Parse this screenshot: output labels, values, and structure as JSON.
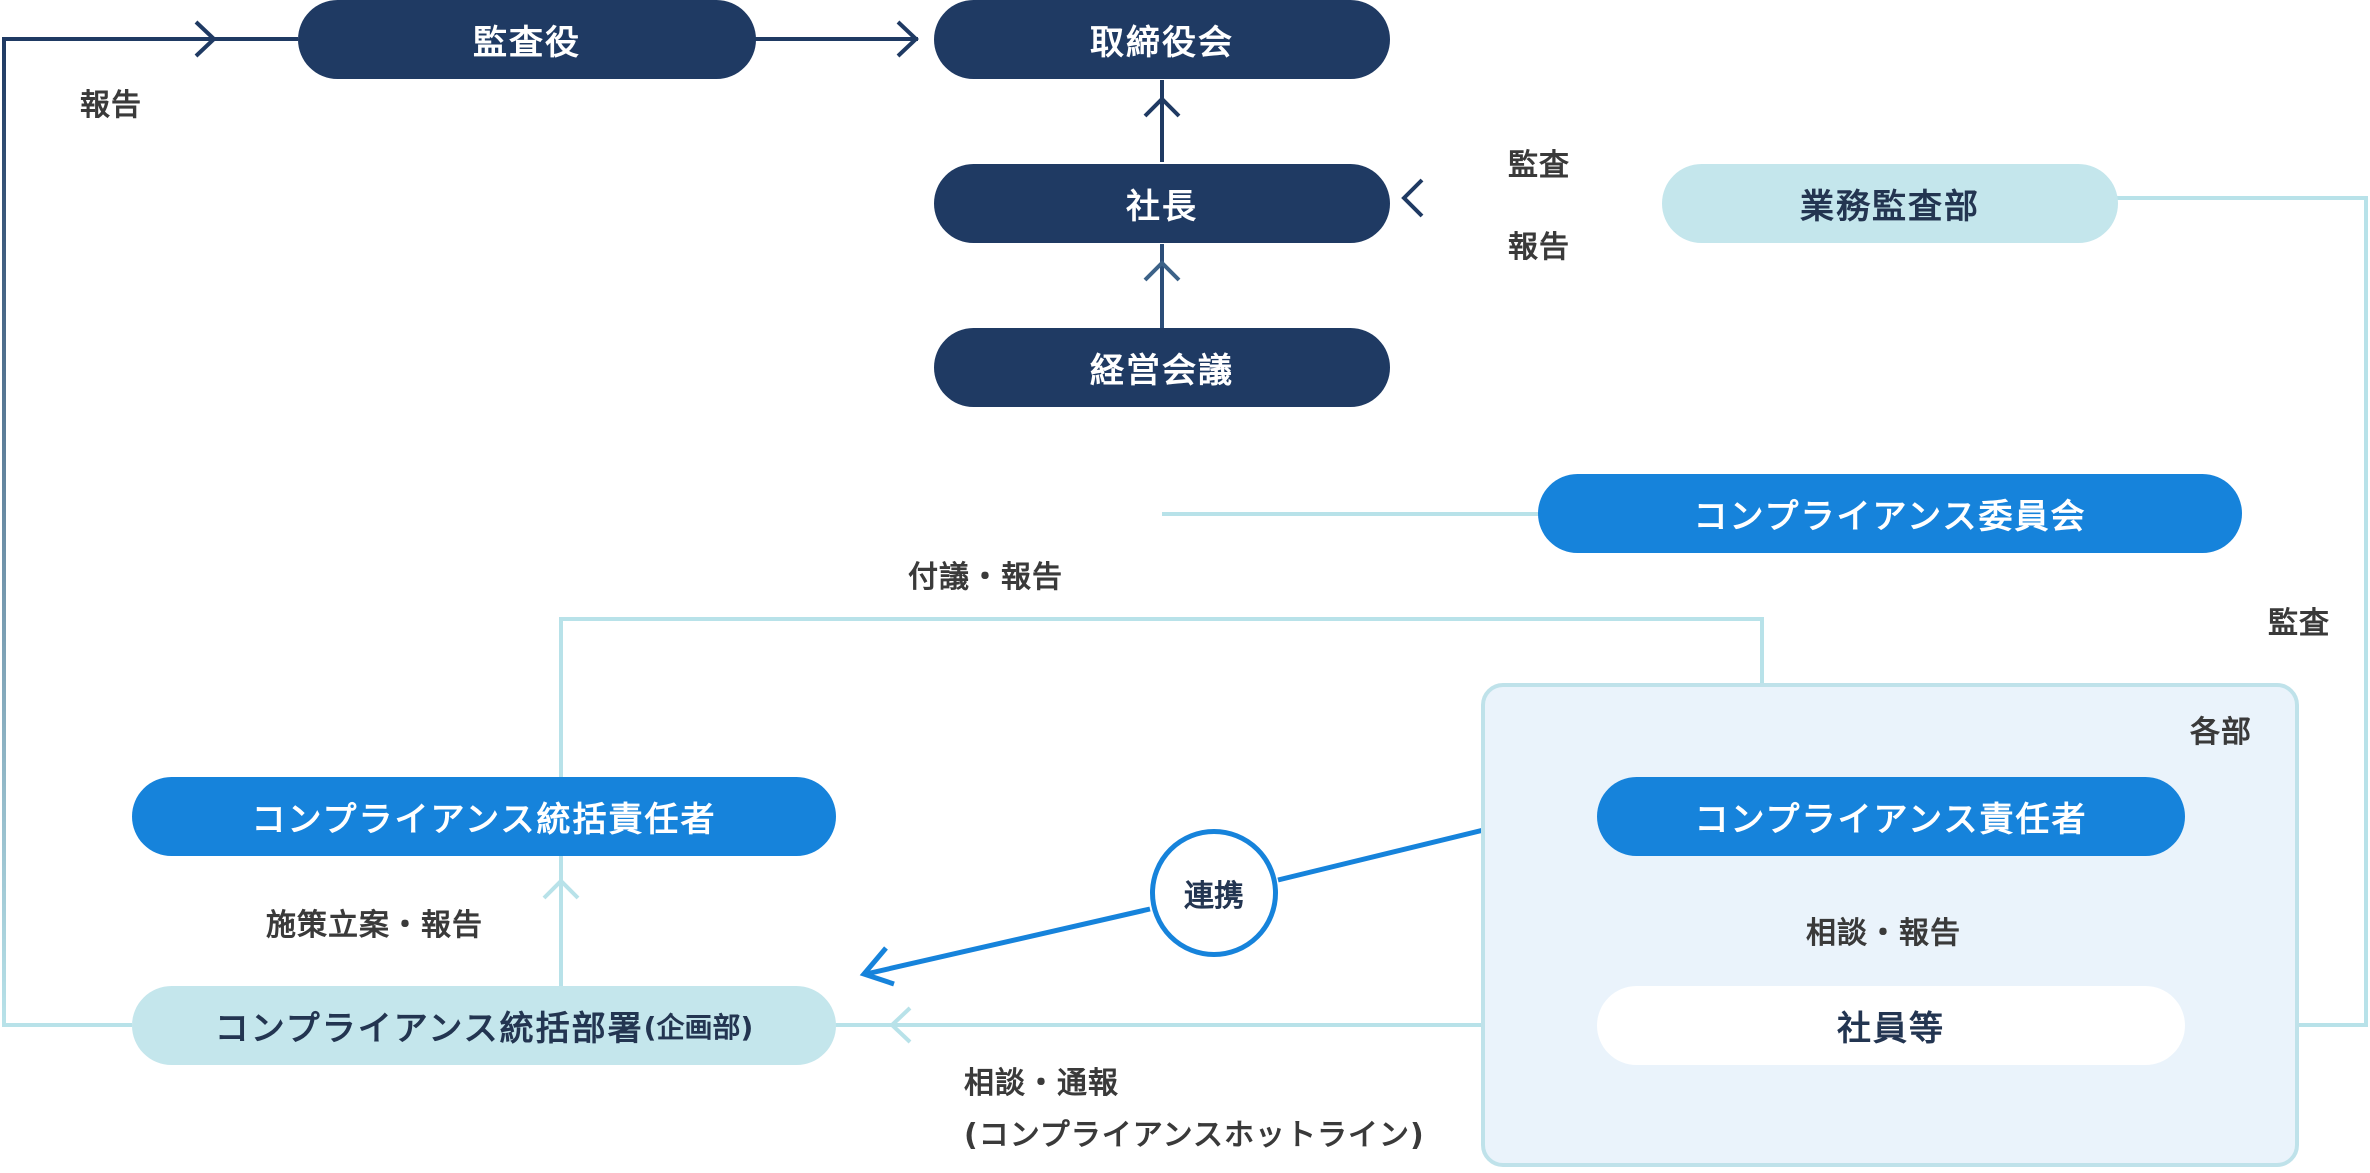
{
  "nodes": {
    "kansayaku": "監査役",
    "torishimariyakukai": "取締役会",
    "shacho": "社長",
    "keiei_kaigi": "経営会議",
    "gyomu_kansabu": "業務監査部",
    "compliance_iinkai": "コンプライアンス委員会",
    "compliance_tokatsu_sekininsha": "コンプライアンス統括責任者",
    "compliance_tokatsu_busho": "コンプライアンス統括部署",
    "compliance_tokatsu_busho_sub": "(企画部)",
    "compliance_sekininsha": "コンプライアンス責任者",
    "shainto": "社員等",
    "kakubu": "各部",
    "renkei": "連携"
  },
  "labels": {
    "hokoku_left": "報告",
    "kansa_top": "監査",
    "hokoku_top": "報告",
    "fugi_hokoku": "付議・報告",
    "kansa_right": "監査",
    "shisaku_ritsuan_hokoku": "施策立案・報告",
    "sodan_hokoku": "相談・報告",
    "sodan_tsuho": "相談・通報",
    "hotline": "(コンプライアンスホットライン)"
  },
  "colors": {
    "navy": "#1f3a63",
    "blue": "#1683db",
    "light_blue": "#c4e6ec",
    "line_light": "#b8e2e9",
    "panel": "#eaf3fb"
  }
}
